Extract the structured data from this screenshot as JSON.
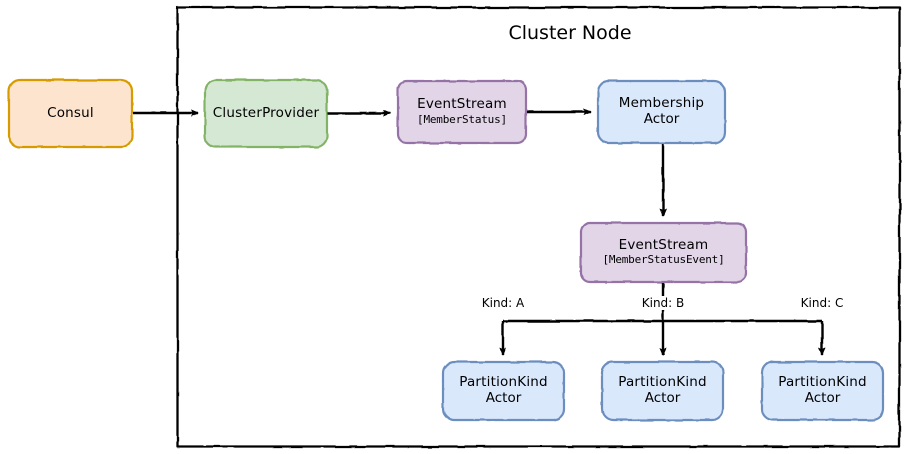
{
  "diagram": {
    "title": "Cluster Node",
    "background": "#ffffff",
    "container": {
      "label": "Cluster Node",
      "stroke": "#000000"
    },
    "palette": {
      "orange_fill": "#fce4ce",
      "orange_stroke": "#d79b00",
      "green_fill": "#d5e8d4",
      "green_stroke": "#82b366",
      "purple_fill": "#e1d5e7",
      "purple_stroke": "#9673a6",
      "blue_fill": "#dae8fc",
      "blue_stroke": "#6c8ebf",
      "arrow": "#000000"
    },
    "nodes": {
      "consul": {
        "label": "Consul"
      },
      "cluster_provider": {
        "label": "ClusterProvider"
      },
      "event_stream_member_status": {
        "label": "EventStream",
        "type": "[MemberStatus]"
      },
      "membership_actor": {
        "line1": "Membership",
        "line2": "Actor"
      },
      "event_stream_member_status_event": {
        "label": "EventStream",
        "type": "[MemberStatusEvent]"
      },
      "partition_kind_a": {
        "line1": "PartitionKind",
        "line2": "Actor"
      },
      "partition_kind_b": {
        "line1": "PartitionKind",
        "line2": "Actor"
      },
      "partition_kind_c": {
        "line1": "PartitionKind",
        "line2": "Actor"
      }
    },
    "edge_labels": {
      "kind_a": "Kind: A",
      "kind_b": "Kind: B",
      "kind_c": "Kind: C"
    }
  }
}
